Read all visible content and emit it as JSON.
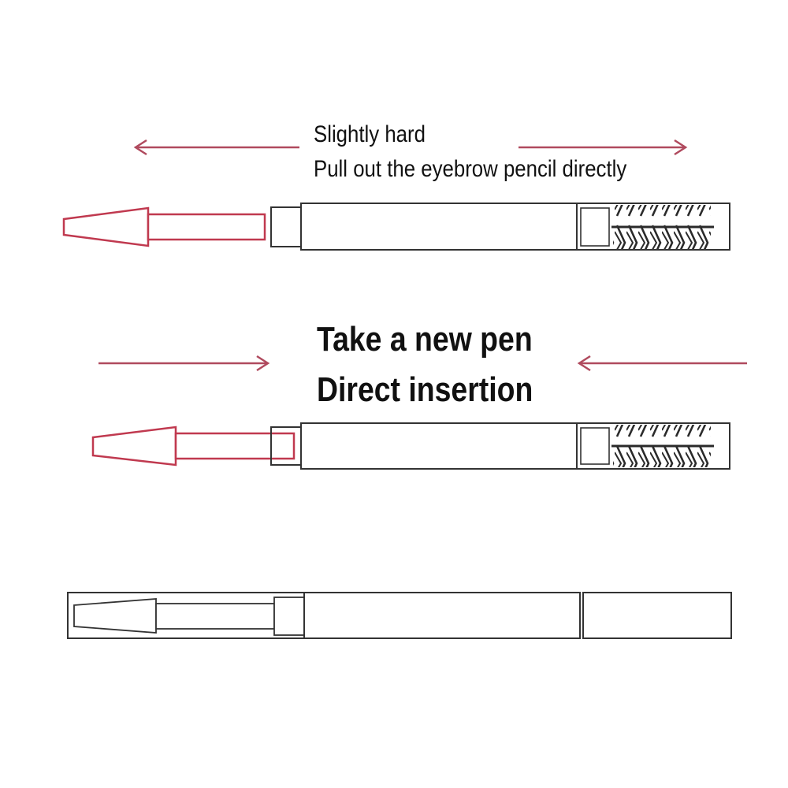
{
  "step1": {
    "line1": "Slightly hard",
    "line2": "Pull out the eyebrow pencil directly"
  },
  "step2": {
    "line1": "Take a new pen",
    "line2": "Direct insertion"
  },
  "colors": {
    "accent_arrow": "#b04a5e",
    "refill_outline": "#c0394f",
    "pencil_outline": "#333333",
    "brush": "#2a2a2a",
    "text": "#111111",
    "background": "#ffffff"
  },
  "icons": [
    "arrow-left-icon",
    "arrow-right-icon",
    "spoolie-brush-icon"
  ]
}
